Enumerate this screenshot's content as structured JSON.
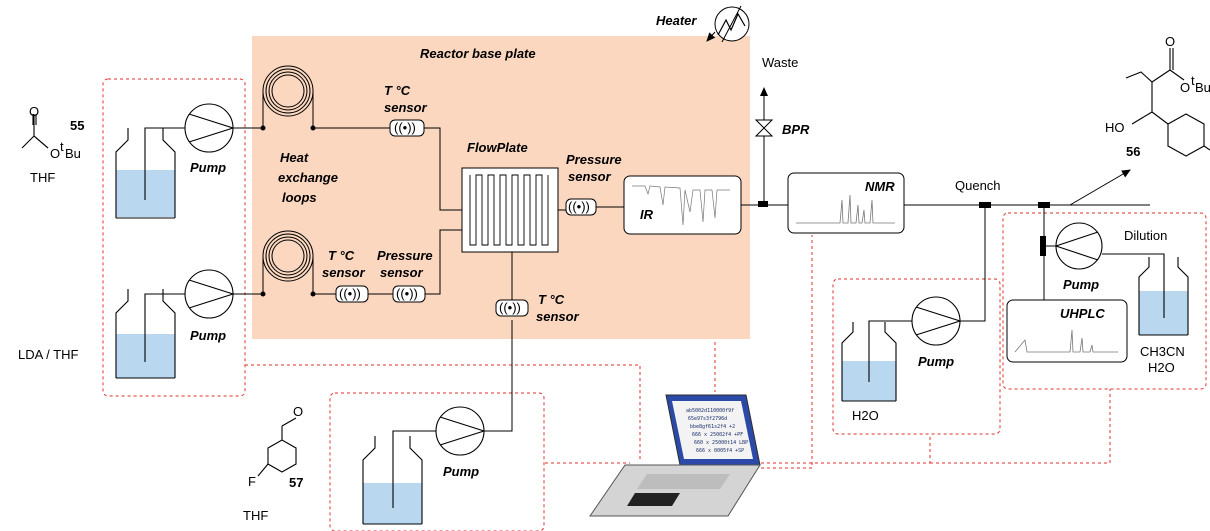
{
  "colors": {
    "plate": "#fbd7bf",
    "liquid": "#b9d8f0",
    "dashed": "#e0302a",
    "line": "#000000"
  },
  "labels": {
    "reactor_base_plate": "Reactor base plate",
    "heater": "Heater",
    "waste": "Waste",
    "bpr": "BPR",
    "pump": "Pump",
    "heat_exchange_1": "Heat",
    "heat_exchange_2": "exchange",
    "heat_exchange_3": "loops",
    "t_sensor_1": "T °C",
    "t_sensor_2": "sensor",
    "pressure_1": "Pressure",
    "pressure_2": "sensor",
    "flowplate": "FlowPlate",
    "ir": "IR",
    "nmr": "NMR",
    "quench": "Quench",
    "dilution": "Dilution",
    "uhplc": "UHPLC"
  },
  "reagents": {
    "compound_55": "55",
    "compound_56": "56",
    "compound_57": "57",
    "thf": "THF",
    "lda_thf": "LDA / THF",
    "thf_2": "THF",
    "water": "H2O",
    "acn_line1": "CH3CN",
    "acn_line2": "H2O",
    "otbu_1": "O",
    "otbu_sup": "t",
    "otbu_2": "Bu",
    "ho": "HO",
    "f": "F"
  },
  "icons": [
    "pump-icon",
    "reservoir-icon",
    "sensor-icon",
    "laptop-icon",
    "heater-icon",
    "valve-icon",
    "coil-icon"
  ],
  "screen_lines": [
    "ab5002d110000f9f",
    "65e97s3f2796d",
    "bbe8gf61s2f4 +2",
    "666 x 25002f4 +PF",
    "660 x 25000t14 LBP",
    "666 x 0005f4 +SP"
  ]
}
